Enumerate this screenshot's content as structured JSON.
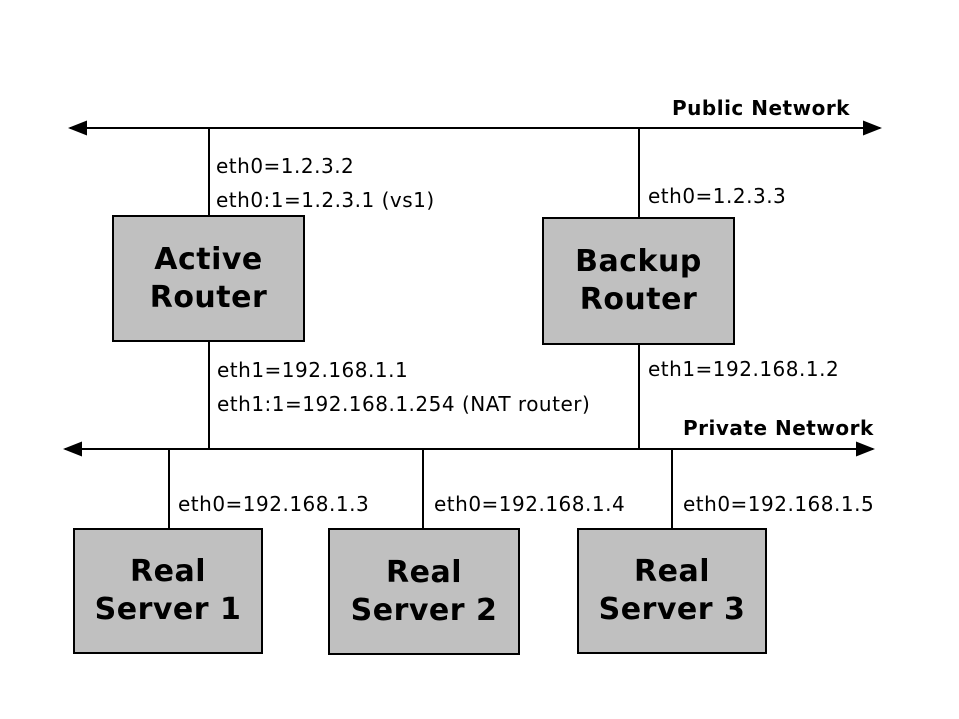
{
  "colors": {
    "background": "#ffffff",
    "node_fill": "#c0c0c0",
    "node_border": "#000000",
    "line": "#000000",
    "text": "#000000"
  },
  "networks": {
    "public": {
      "label": "Public Network"
    },
    "private": {
      "label": "Private Network"
    }
  },
  "nodes": {
    "active_router": {
      "line1": "Active",
      "line2": "Router"
    },
    "backup_router": {
      "line1": "Backup",
      "line2": "Router"
    },
    "real_server_1": {
      "line1": "Real",
      "line2": "Server 1"
    },
    "real_server_2": {
      "line1": "Real",
      "line2": "Server 2"
    },
    "real_server_3": {
      "line1": "Real",
      "line2": "Server 3"
    }
  },
  "interfaces": {
    "active_public_1": "eth0=1.2.3.2",
    "active_public_2": "eth0:1=1.2.3.1 (vs1)",
    "backup_public": "eth0=1.2.3.3",
    "active_private_1": "eth1=192.168.1.1",
    "active_private_2": "eth1:1=192.168.1.254 (NAT router)",
    "backup_private": "eth1=192.168.1.2",
    "server1_eth0": "eth0=192.168.1.3",
    "server2_eth0": "eth0=192.168.1.4",
    "server3_eth0": "eth0=192.168.1.5"
  }
}
